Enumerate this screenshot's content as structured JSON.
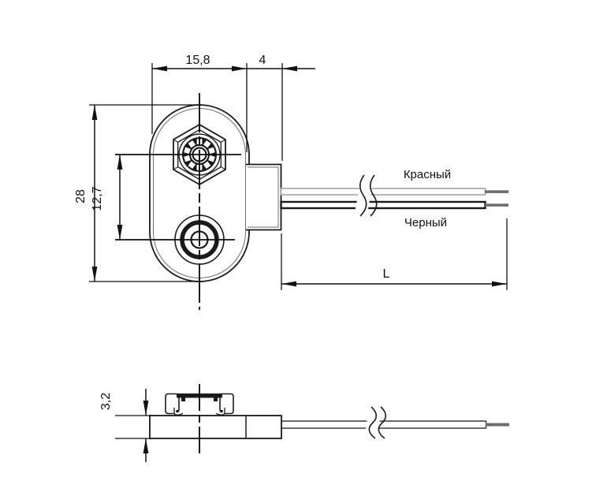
{
  "dimensions": {
    "body_width": "15,8",
    "tab_width": "4",
    "body_height": "28",
    "terminal_pitch": "12,7",
    "lead_length": "L",
    "plate_thickness": "3,2"
  },
  "wire_labels": {
    "red": "Красный",
    "black": "Черный"
  },
  "colors": {
    "line": "#1a1a1a",
    "secondary_line": "#6f6f6f",
    "red_wire_outline": "#a3a3a3",
    "black_wire_outline": "#1a1a1a",
    "wire_tip": "#6e6e6e",
    "background": "#ffffff"
  }
}
